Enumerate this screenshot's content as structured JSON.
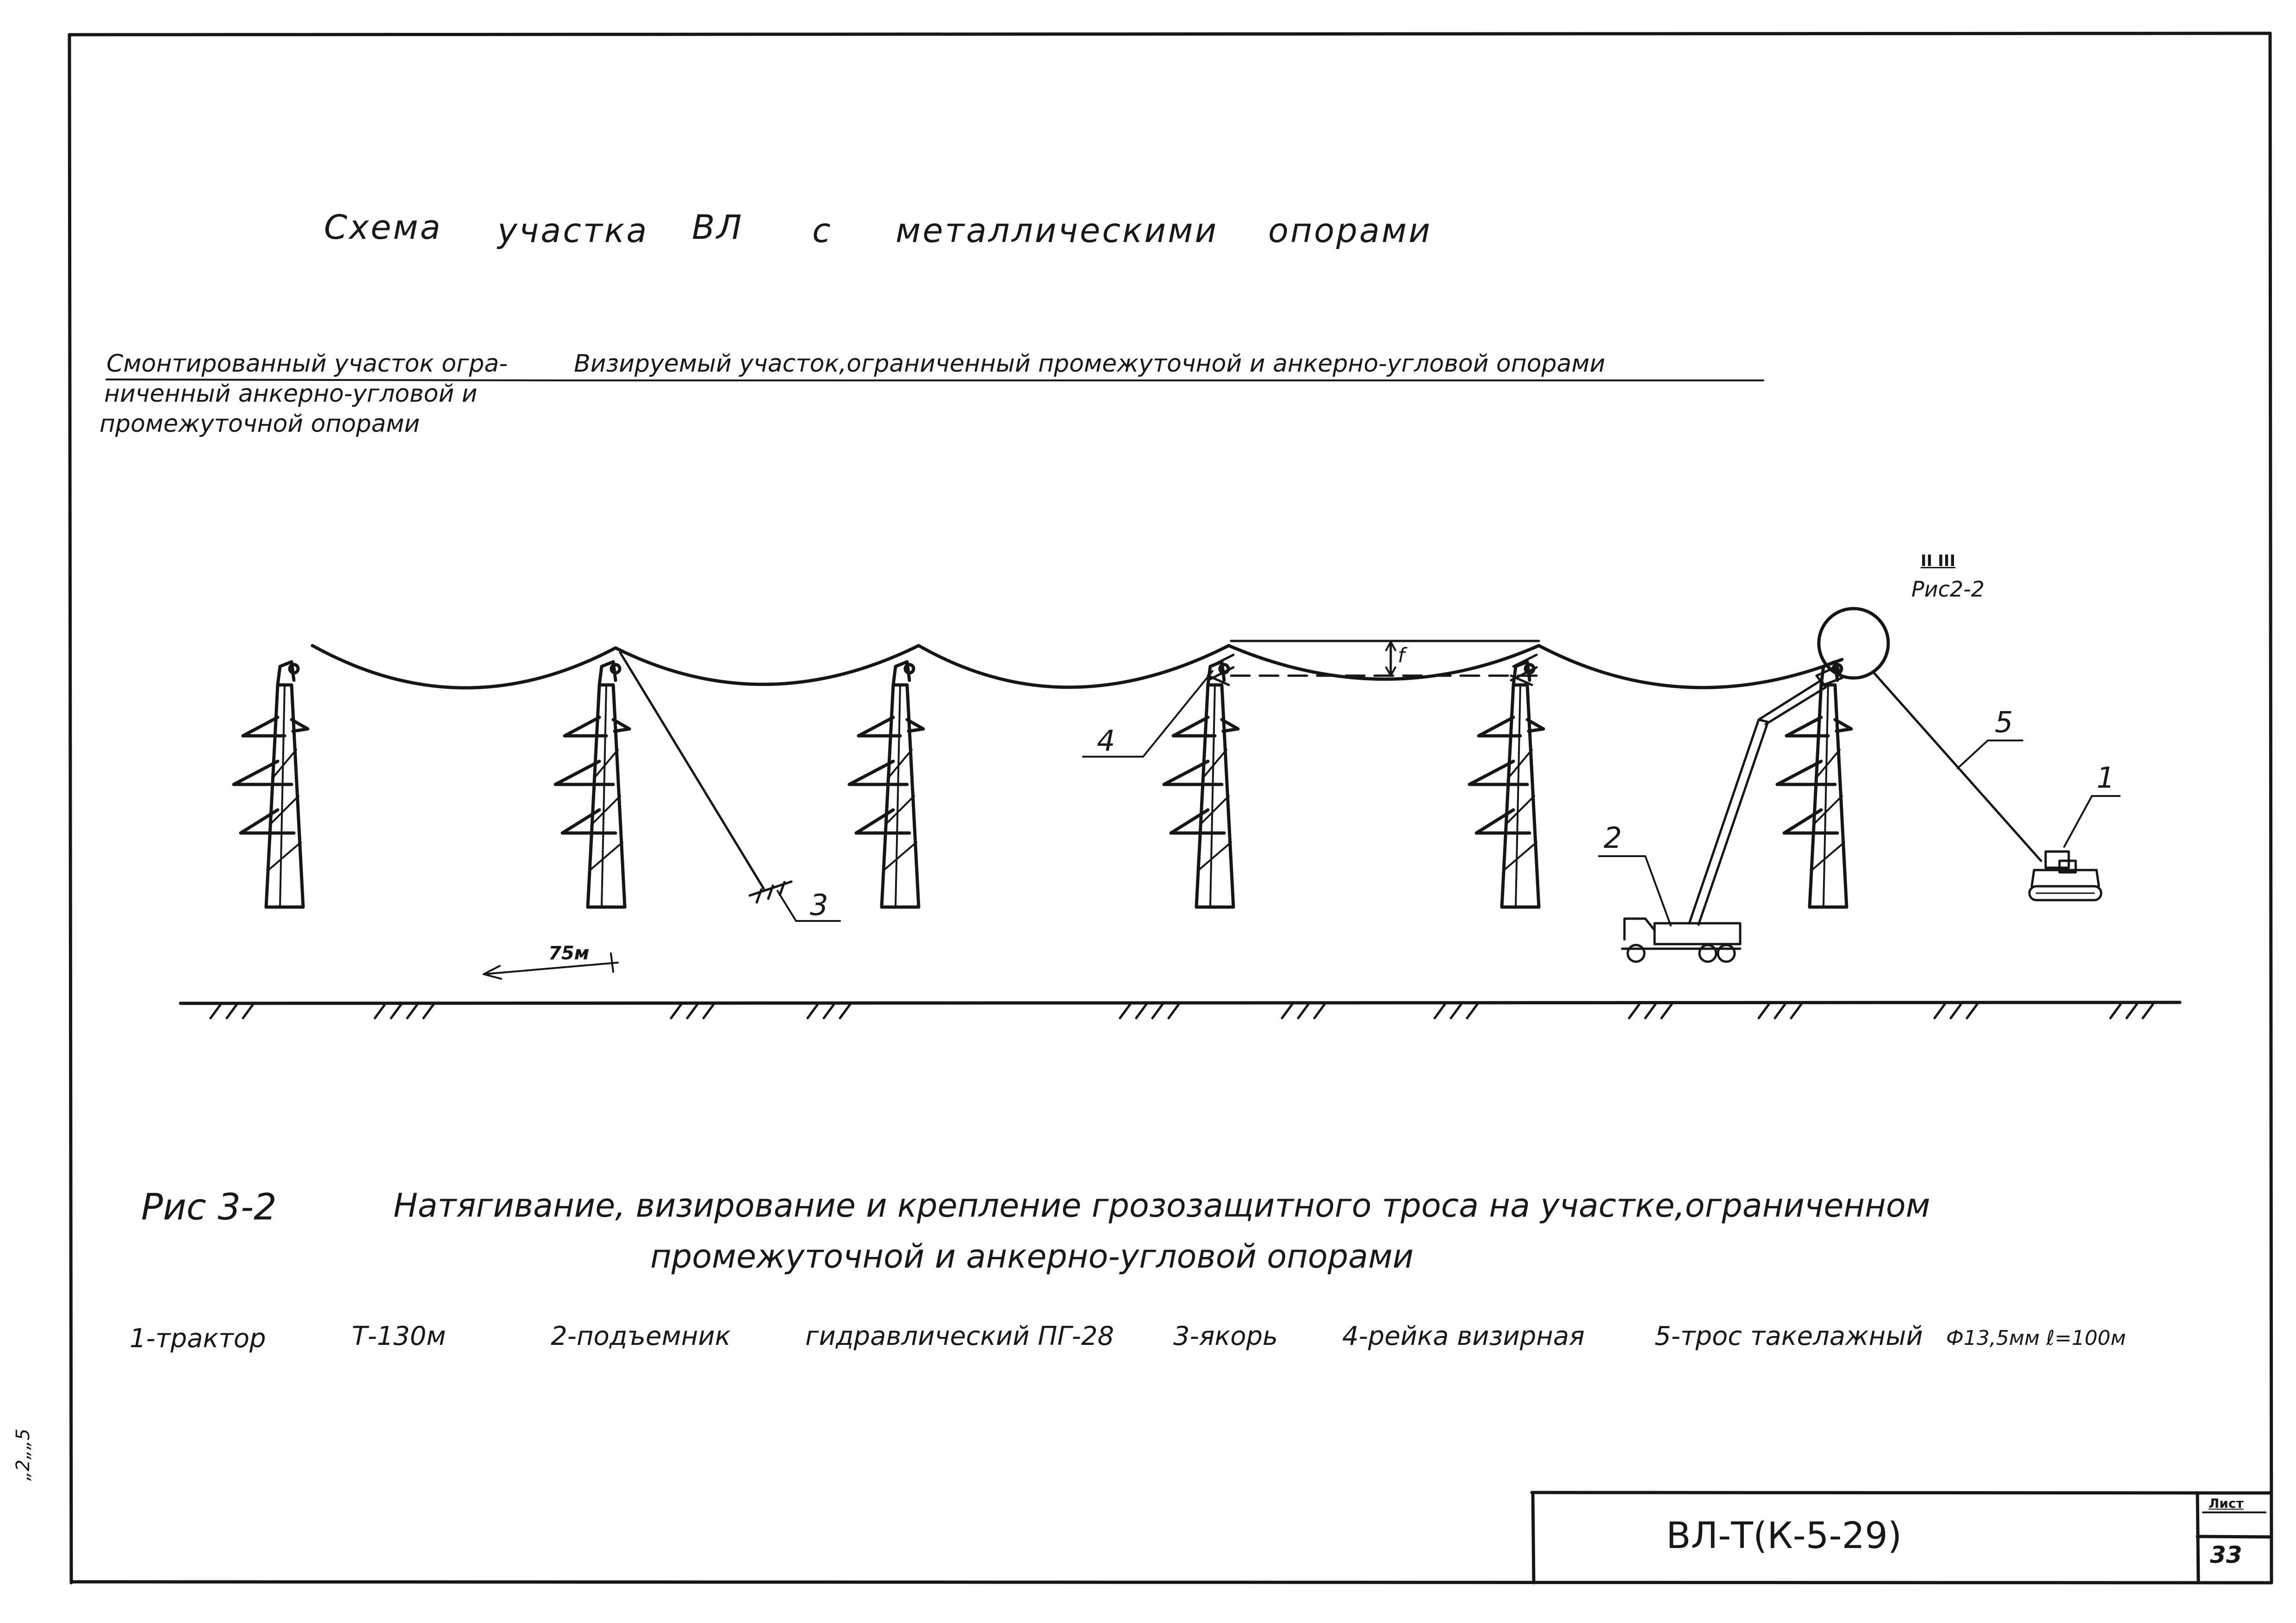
{
  "title": {
    "w1": "Схема",
    "w2": "участка",
    "w3": "ВЛ",
    "w4": "с",
    "w5": "металлическими",
    "w6": "опорами"
  },
  "section_left": {
    "line1": "Смонтированный участок огра-",
    "line2": "ниченный анкерно-угловой и",
    "line3": "промежуточной опорами"
  },
  "section_right": {
    "line1": "Визируемый участок,ограниченный промежуточной и анкерно-угловой опорами"
  },
  "labels": {
    "sag": "f",
    "marker_1": "1",
    "marker_2": "2",
    "marker_3": "3",
    "marker_4": "4",
    "marker_5": "5",
    "span": "75м",
    "detail_ref": "II III",
    "detail_fig": "Рис2-2"
  },
  "caption": {
    "number": "Рис 3-2",
    "line1": "Натягивание, визирование и крепление грозозащитного троса на участке,ограниченном",
    "line2": "промежуточной и анкерно-угловой опорами"
  },
  "legend": {
    "i1": "1-трактор",
    "i2": "Т-130м",
    "i3": "2-подъемник",
    "i4": "гидравлический ПГ-28",
    "i5": "3-якорь",
    "i6": "4-рейка визирная",
    "i7": "5-трос такелажный",
    "i8": "Ф13,5мм ℓ=100м"
  },
  "stamp": {
    "code": "ВЛ-Т(К-5-29)",
    "sheet_label": "Лист",
    "sheet_no": "33"
  },
  "margin_note": "„2„„5"
}
